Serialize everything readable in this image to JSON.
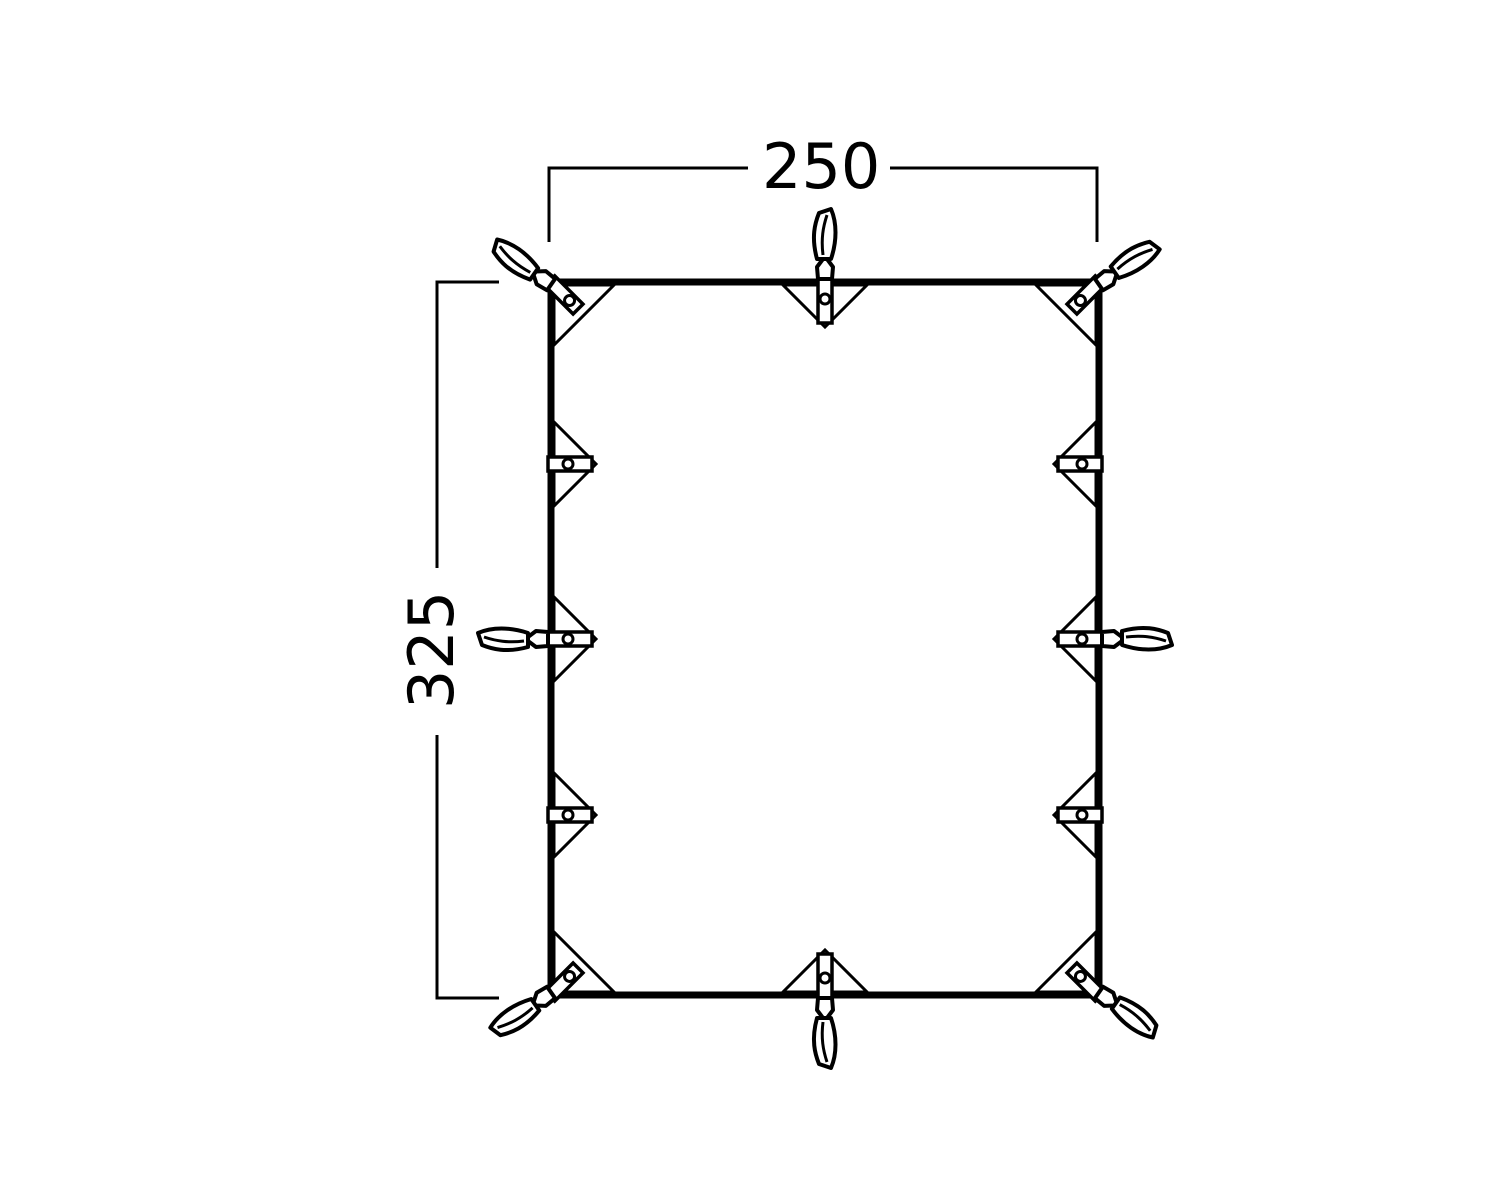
{
  "diagram": {
    "subject": "tarp",
    "dimensions": {
      "width_label": "250",
      "height_label": "325"
    },
    "colors": {
      "line": "#000000",
      "background": "#ffffff"
    },
    "attachment_points": {
      "corners": [
        "top-left",
        "top-right",
        "bottom-left",
        "bottom-right"
      ],
      "top_edge": [
        "top-center"
      ],
      "bottom_edge": [
        "bottom-center"
      ],
      "left_edge": [
        "left-upper",
        "left-middle",
        "left-lower"
      ],
      "right_edge": [
        "right-upper",
        "right-middle",
        "right-lower"
      ],
      "with_guy_loops": [
        "top-left",
        "top-center",
        "top-right",
        "left-middle",
        "right-middle",
        "bottom-left",
        "bottom-center",
        "bottom-right"
      ]
    }
  }
}
